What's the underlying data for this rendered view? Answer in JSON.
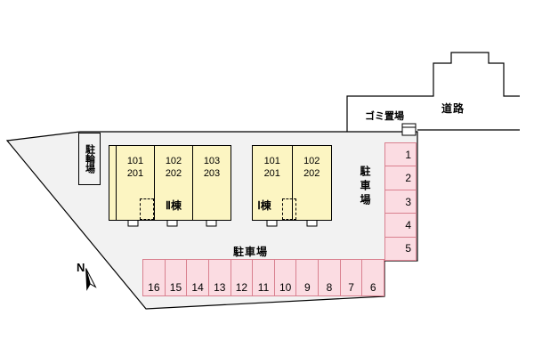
{
  "colors": {
    "property_fill": "#f2f2f2",
    "building_fill": "#fcf5c2",
    "parking_fill": "#fbdce2",
    "parking_border": "#d9808f",
    "outline": "#000000"
  },
  "labels": {
    "road": "道路",
    "garbage_area": "ゴミ置場",
    "bicycle_parking": "駐輪場",
    "parking_right": "駐車場",
    "parking_bottom": "駐車場",
    "compass_north": "N"
  },
  "buildings": [
    {
      "name": "Ⅱ棟",
      "units": [
        {
          "lines": [
            "101",
            "201"
          ]
        },
        {
          "lines": [
            "102",
            "202"
          ]
        },
        {
          "lines": [
            "103",
            "203"
          ]
        }
      ]
    },
    {
      "name": "Ⅰ棟",
      "units": [
        {
          "lines": [
            "101",
            "201"
          ]
        },
        {
          "lines": [
            "102",
            "202"
          ]
        }
      ]
    }
  ],
  "parking_right": {
    "spaces": [
      "1",
      "2",
      "3",
      "4",
      "5"
    ]
  },
  "parking_bottom": {
    "spaces": [
      "16",
      "15",
      "14",
      "13",
      "12",
      "11",
      "10",
      "9",
      "8",
      "7",
      "6"
    ]
  }
}
